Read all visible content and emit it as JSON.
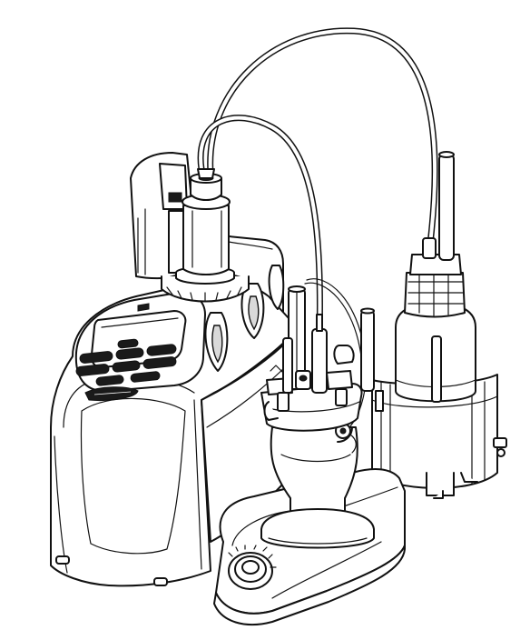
{
  "diagram": {
    "colors": {
      "line": "#111111",
      "fill": "#ffffff",
      "shade": "#d9d9d9",
      "dark": "#1a1a1a"
    },
    "components": [
      "titrator-body",
      "display-screen",
      "keypad",
      "burette-cylinder",
      "dosing-tube",
      "reagent-bottle",
      "bottle-holder",
      "titration-vessel",
      "electrode",
      "stirrer-base",
      "stirrer-knob"
    ]
  }
}
